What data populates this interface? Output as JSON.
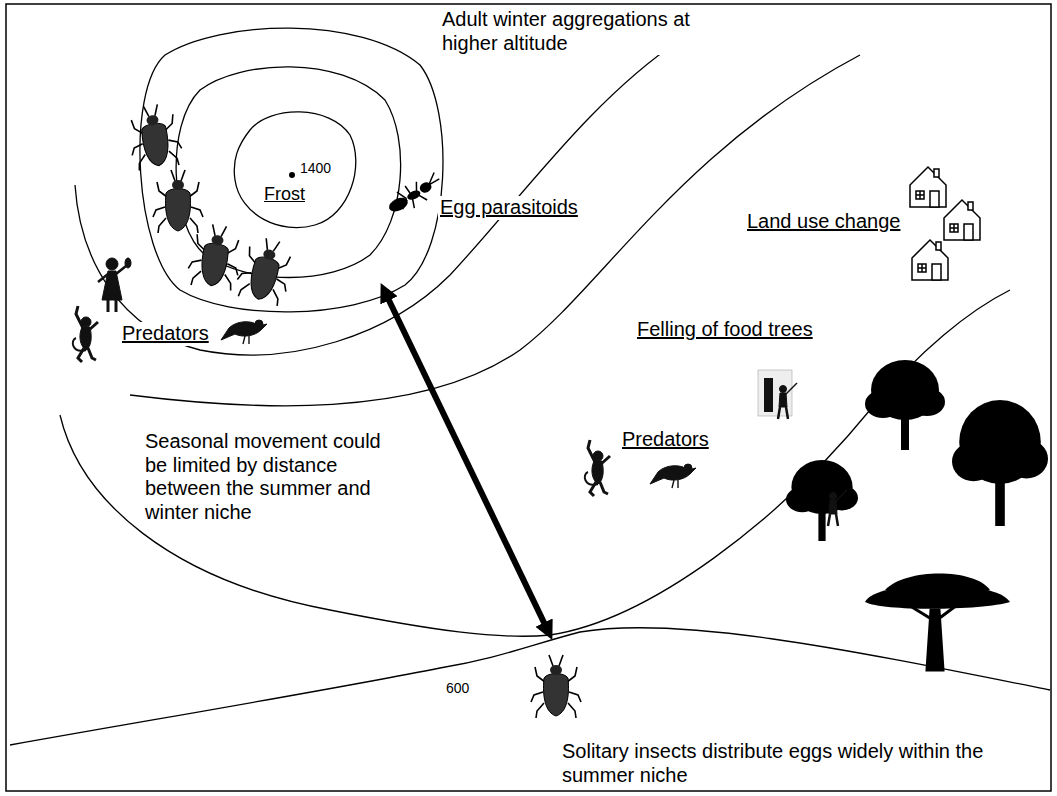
{
  "diagram": {
    "labels": [
      "Adult winter aggregations at higher altitude",
      "1400",
      "Frost",
      "Egg parasitoids",
      "Land use change",
      "Predators",
      "Felling of food trees",
      "Seasonal movement could be limited by distance between the summer and winter niche",
      "Predators",
      "600",
      "Solitary insects distribute eggs widely within the summer niche"
    ]
  }
}
